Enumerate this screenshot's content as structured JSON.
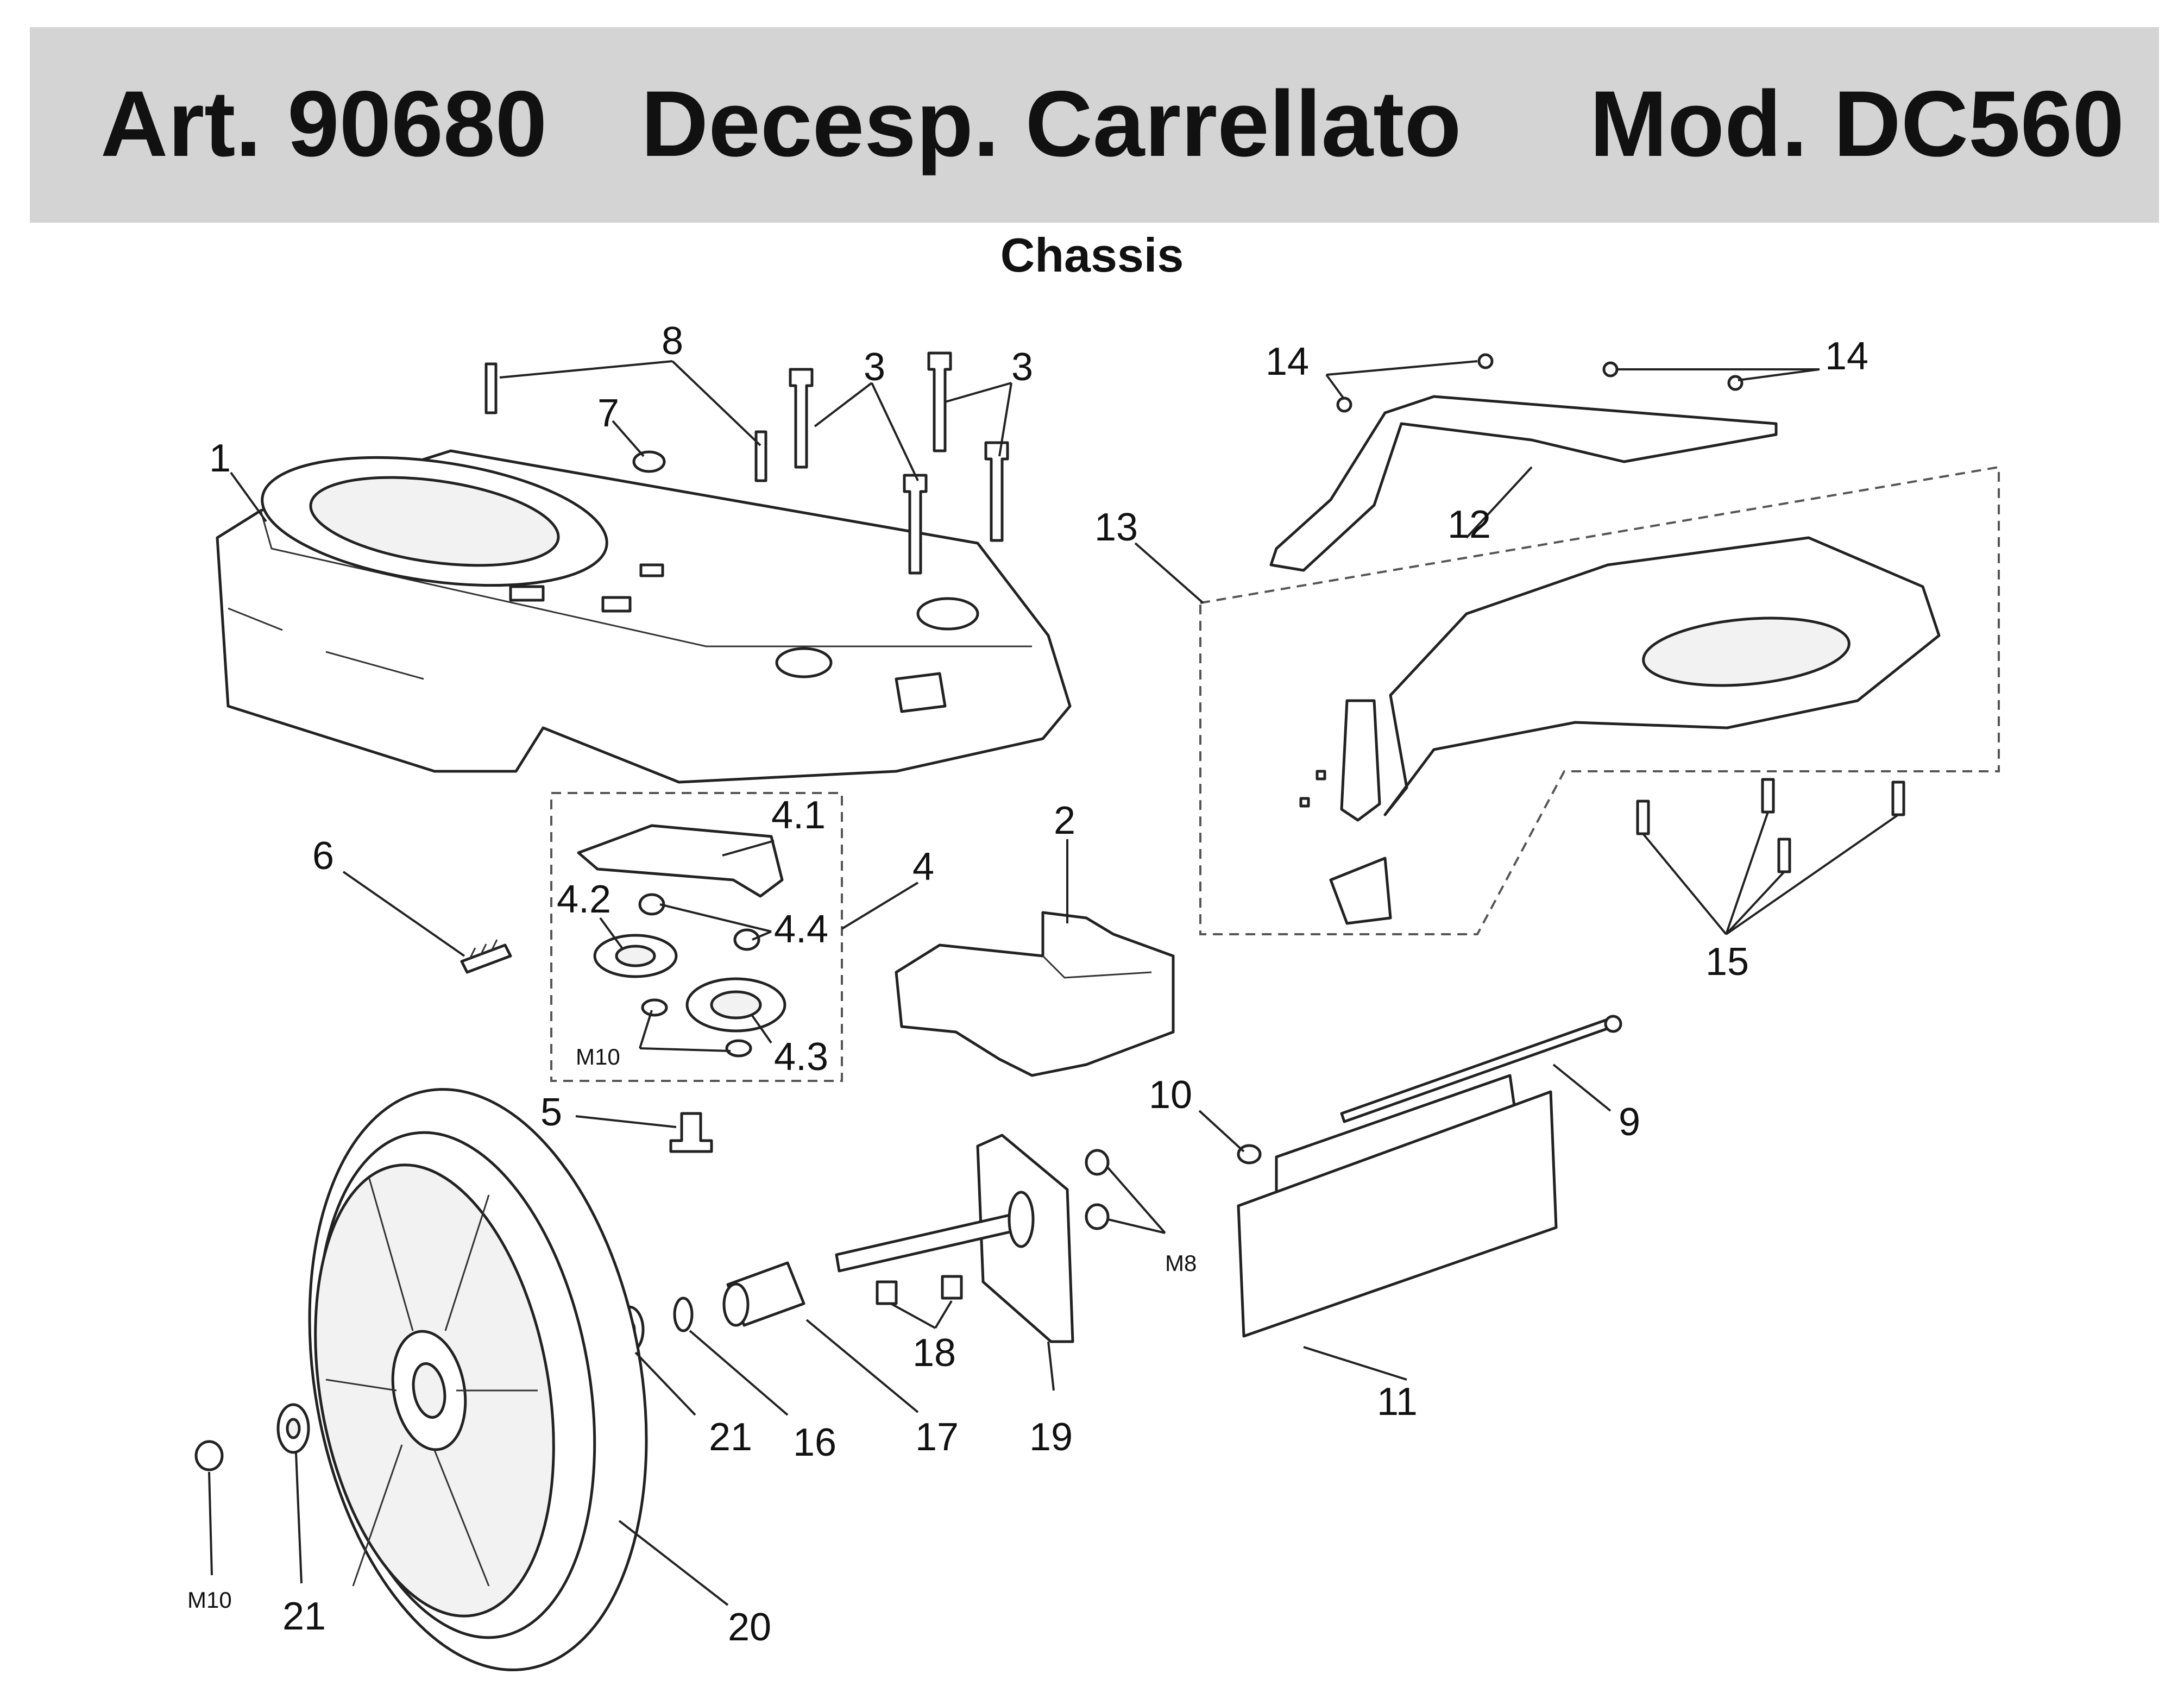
{
  "header": {
    "article": "Art. 90680",
    "product": "Decesp. Carrellato",
    "model": "Mod. DC560"
  },
  "subtitle": "Chassis",
  "callouts": {
    "p1": "1",
    "p2": "2",
    "p3a": "3",
    "p3b": "3",
    "p4": "4",
    "p4_1": "4.1",
    "p4_2": "4.2",
    "p4_3": "4.3",
    "p4_4": "4.4",
    "p5": "5",
    "p6": "6",
    "p7": "7",
    "p8": "8",
    "p9": "9",
    "p10": "10",
    "p11": "11",
    "p12": "12",
    "p13": "13",
    "p14a": "14",
    "p14b": "14",
    "p15": "15",
    "p16": "16",
    "p17": "17",
    "p18": "18",
    "p19": "19",
    "p20": "20",
    "p21a": "21",
    "p21b": "21",
    "m10a": "M10",
    "m10b": "M10",
    "m8": "M8"
  }
}
